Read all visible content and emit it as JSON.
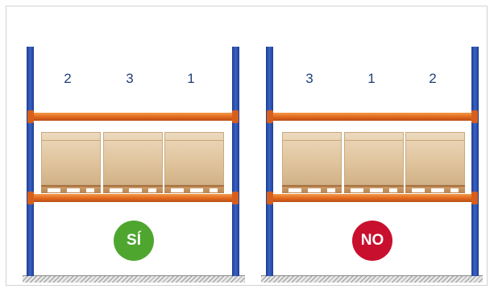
{
  "left_rack": {
    "positions": [
      "2",
      "3",
      "1"
    ],
    "verdict": "SÍ",
    "verdict_color": "#4ea62f"
  },
  "right_rack": {
    "positions": [
      "3",
      "1",
      "2"
    ],
    "verdict": "NO",
    "verdict_color": "#c8102e"
  },
  "colors": {
    "upright": "#2b4fae",
    "beam": "#e0661c",
    "box": "#dfc39b"
  }
}
